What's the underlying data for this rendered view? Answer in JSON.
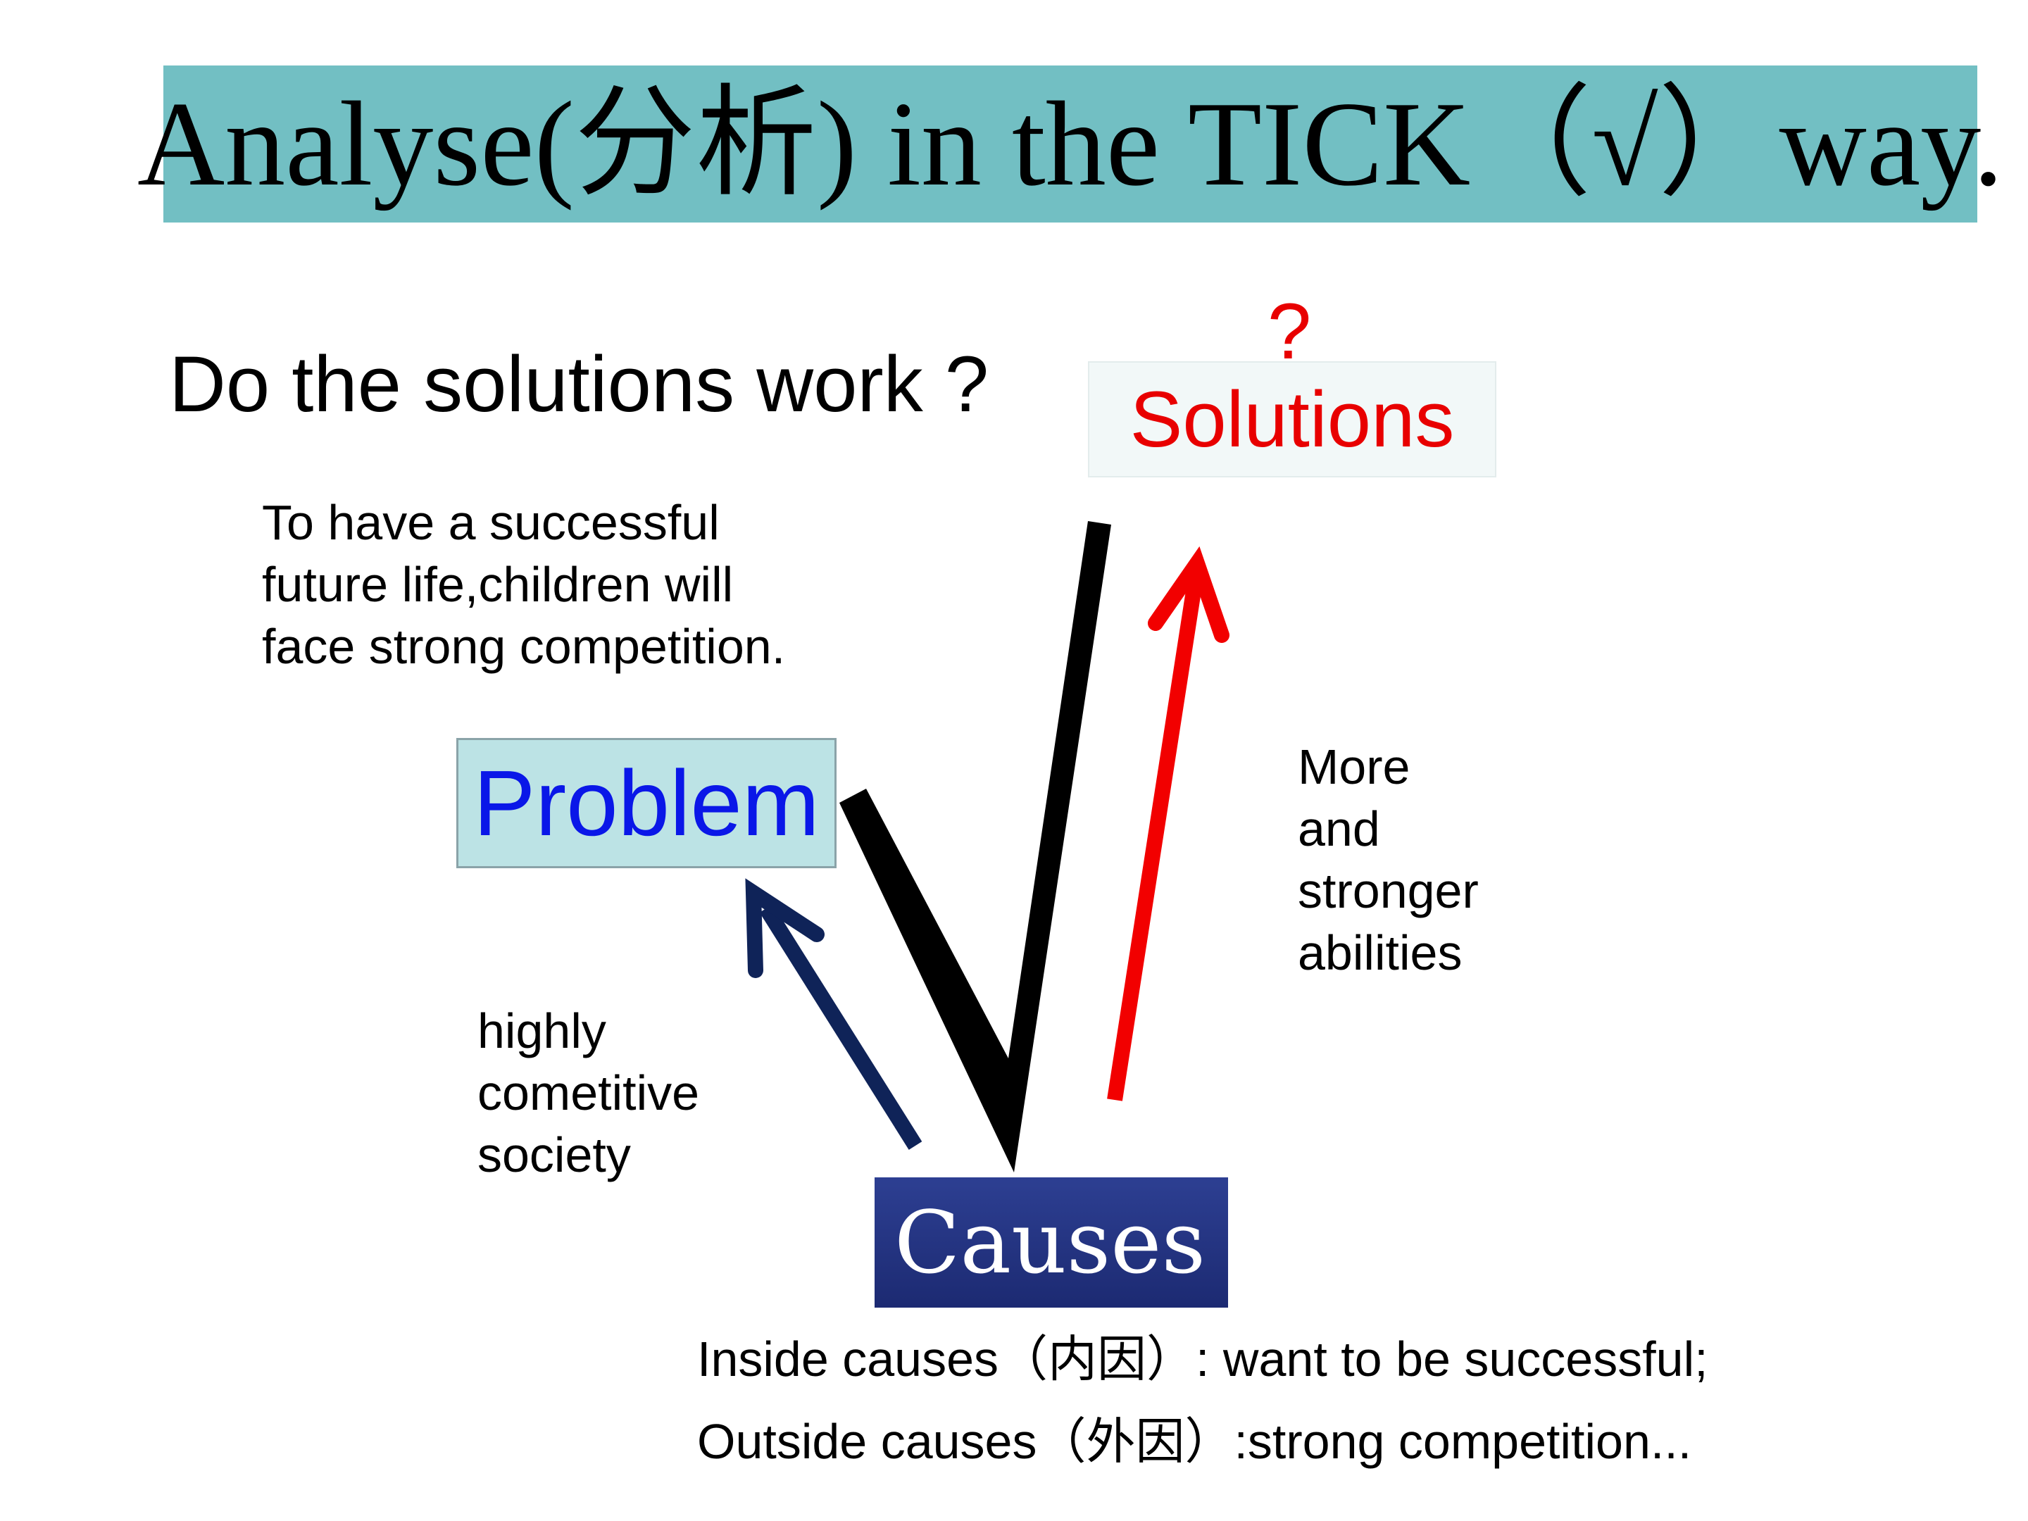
{
  "title": {
    "text": "Analyse(分析) in the TICK（√）way."
  },
  "question": "Do the solutions work ?",
  "problem_description": "To have a successful\nfuture life,children will\nface strong competition.",
  "nodes": {
    "problem": "Problem",
    "solutions": "Solutions",
    "solutions_mark": "?",
    "causes": "Causes"
  },
  "labels": {
    "left_arrow": "highly\ncometitive\nsociety",
    "right_arrow": "More\nand\nstronger\nabilities"
  },
  "causes_detail": {
    "inside": "Inside causes（内因）: want to be successful;",
    "outside": "Outside causes（外因）:strong competition..."
  },
  "colors": {
    "title_bg": "#72bfc3",
    "problem_bg": "#bce3e5",
    "problem_text": "#0a17e8",
    "solutions_bg": "#f2f8f8",
    "solutions_text": "#e80000",
    "causes_bg_top": "#2d3f92",
    "causes_bg_bottom": "#1c2a72",
    "causes_text": "#ffffff",
    "tick": "#000000",
    "left_arrow": "#0f2358",
    "right_arrow": "#f20000"
  }
}
